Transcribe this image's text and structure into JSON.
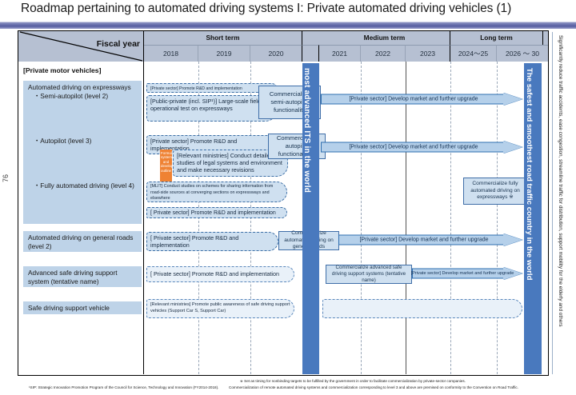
{
  "title": "Roadmap pertaining to automated driving systems I: Private automated driving vehicles (1)",
  "page_number": "76",
  "header": {
    "corner_label": "Fiscal year",
    "groups": [
      {
        "label": "Short term"
      },
      {
        "label": "Medium term"
      },
      {
        "label": "Long term"
      }
    ],
    "years": [
      "2018",
      "2019",
      "2020",
      "2021",
      "2022",
      "2023",
      "2024～25",
      "2026 ～ 30"
    ]
  },
  "section_title": "[Private motor vehicles]",
  "rows": [
    {
      "label": "Automated driving on expressways",
      "sub": "・Semi-autopilot (level 2)"
    },
    {
      "label": "",
      "sub": "・Autopilot (level 3)"
    },
    {
      "label": "",
      "sub": "・Fully automated driving (level 4)"
    },
    {
      "label": "Automated driving on general roads (level 2)",
      "sub": ""
    },
    {
      "label": "Advanced safe driving support system (tentative name)",
      "sub": ""
    },
    {
      "label": "Safe driving support vehicle",
      "sub": ""
    }
  ],
  "banners": {
    "middle": "most advanced ITS in the world",
    "right": "The safest and smoothest road traffic country in the world",
    "far_right": "Significantly reduce traffic accidents, ease congestion, streamline traffic for distribution, support mobility for the elderly and others"
  },
  "blocks": {
    "b1": "[Private sector] Promote R&D and implementation",
    "b2": "[Public-private (incl. SIP¹)] Large-scale field operational test on expressways",
    "b3": "Commercialize semi-autopilot functionality",
    "b4": "[Private sector] Promote R&D and implementation",
    "b5": "[Relevant ministries] Conduct detailed studies of legal systems and environment and make necessary revisions",
    "b6": "Commercialize autopilot functionality※",
    "b7": "[MLIT] Conduct studies on schemes for sharing information from road-side sources at converging sections on expressways and elsewhere",
    "b8": "[ Private sector] Promote R&D and implementation",
    "b9": "Commercialize fully automated driving on expressways ※",
    "b10": "[ Private sector] Promote R&D and implementation",
    "b11": "Commercialize automated driving on general roads",
    "b12": "[ Private sector] Promote R&D and implementation",
    "b13": "Commercialize advanced safe driving support systems (tentative name)",
    "b14": "[Relevant ministries] Promote public awareness of safe driving support vehicles (Support Car S, Support Car)",
    "orange": "Formulate system and develop outline"
  },
  "arrows": {
    "a1": "[Private sector] Develop market and further upgrade",
    "a2": "[Private sector] Develop market and further upgrade",
    "a3": "[Private sector] Develop market and further upgrade",
    "a4": "[Private sector] Develop market and further upgrade"
  },
  "footnotes": {
    "left": "¹SIP: Strategic Innovation Promotion Program of the Council for Science, Technology and Innovation (FY2014-2018).",
    "right_1": "※ Set as timing for nonbinding targets to be fulfilled by the government in order to facilitate commercialization by private-sector companies.",
    "right_2": "Commercialization of remote automated driving systems and commercialization corresponding to level 3 and above are premised on conformity to the Convention on Road Traffic."
  },
  "colors": {
    "header_bg": "#b6c0d2",
    "row_label_bg": "#bed3e8",
    "banner_blue": "#4979be",
    "box_fill": "#cfe0f0",
    "accent_orange": "#ef8233"
  }
}
